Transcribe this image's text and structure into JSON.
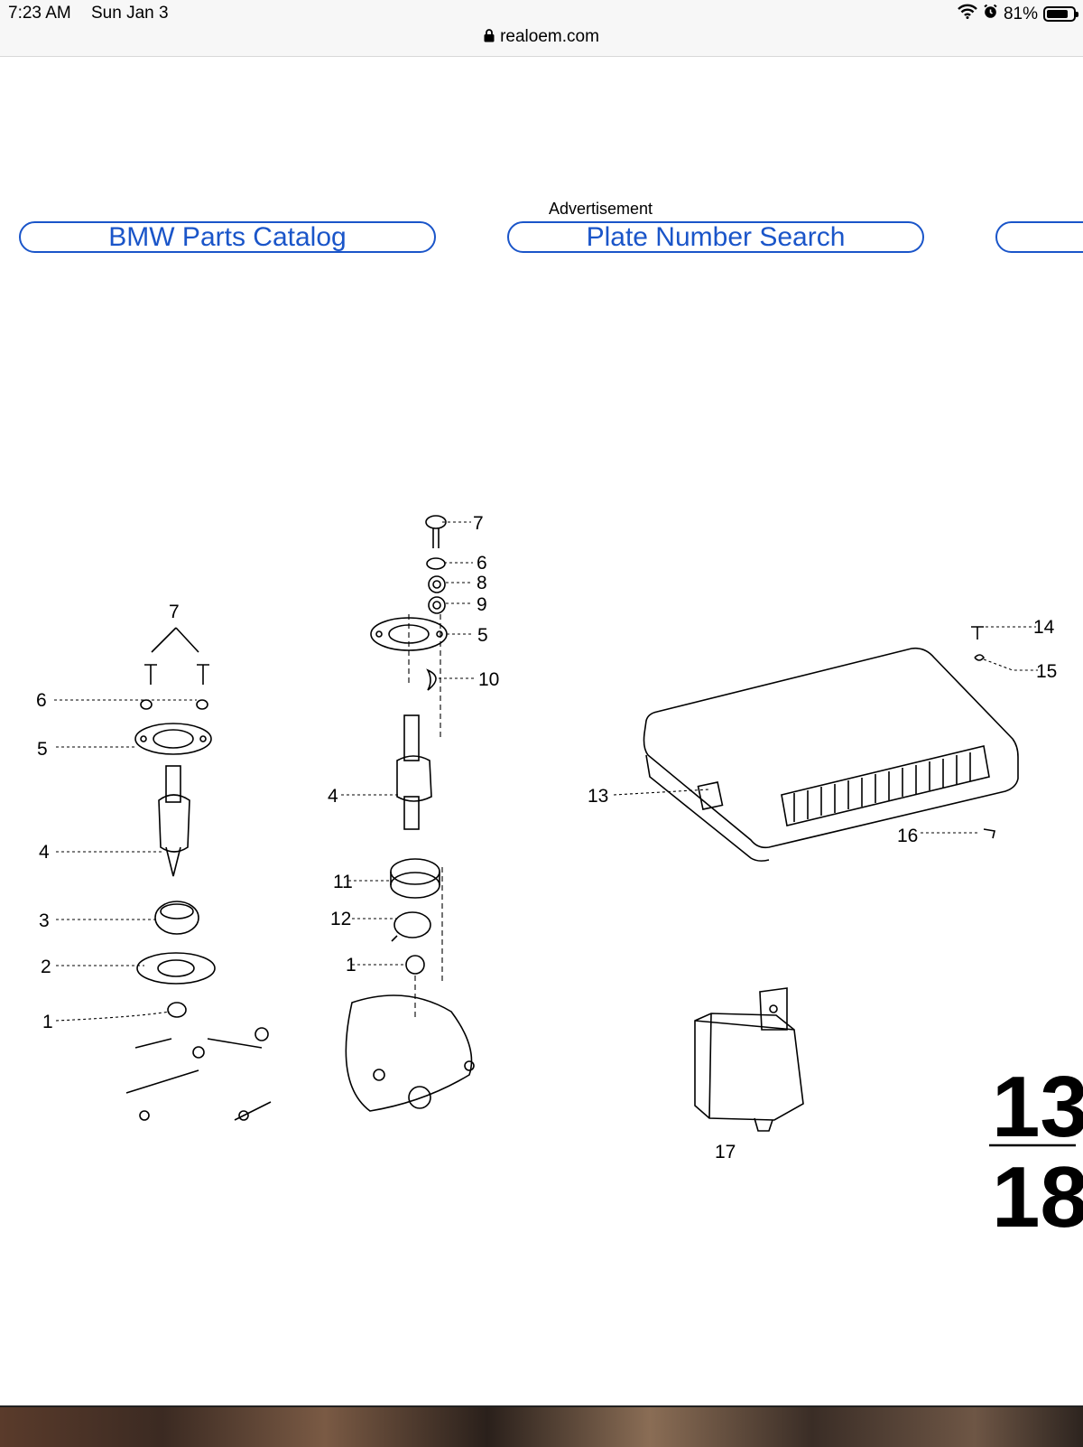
{
  "status_bar": {
    "time": "7:23 AM",
    "date": "Sun Jan 3",
    "url": "realoem.com",
    "battery_percent": "81%",
    "battery_level": 0.81
  },
  "advertisement_label": "Advertisement",
  "nav_buttons": {
    "parts_catalog": "BMW Parts Catalog",
    "plate_search": "Plate Number Search",
    "third": ""
  },
  "diagram": {
    "left_group_callouts": [
      "7",
      "6",
      "5",
      "4",
      "3",
      "2",
      "1"
    ],
    "center_group_callouts": [
      "7",
      "6",
      "8",
      "9",
      "5",
      "10",
      "4",
      "11",
      "12",
      "1"
    ],
    "control_unit_callouts": [
      "14",
      "15",
      "13",
      "16"
    ],
    "relay_callout": "17",
    "page_ref_top": "13",
    "page_ref_bottom": "18"
  }
}
